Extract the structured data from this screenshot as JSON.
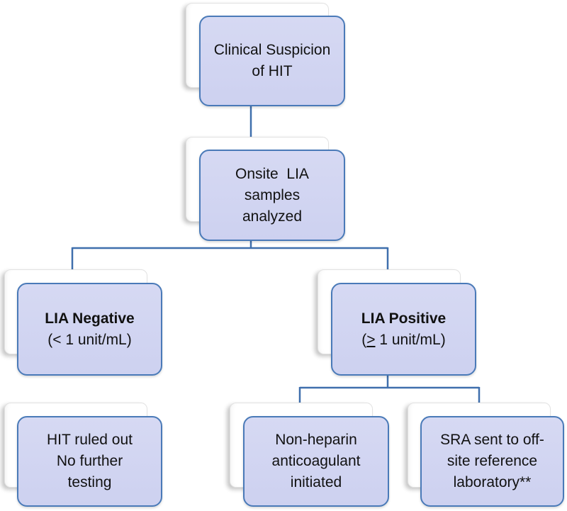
{
  "nodes": {
    "clinical_suspicion": {
      "line1": "Clinical Suspicion",
      "line2": "of HIT"
    },
    "onsite_lia": {
      "line1": "Onsite  LIA",
      "line2": "samples",
      "line3": "analyzed"
    },
    "lia_negative": {
      "title": "LIA Negative",
      "detail": "(< 1 unit/mL)"
    },
    "lia_positive": {
      "title": "LIA Positive",
      "detail_open": "(",
      "detail_symbol": ">",
      "detail_rest": " 1 unit/mL)"
    },
    "hit_ruled_out": {
      "line1": "HIT ruled out",
      "line2": "No further",
      "line3": "testing"
    },
    "non_heparin": {
      "line1": "Non-heparin",
      "line2": "anticoagulant",
      "line3": "initiated"
    },
    "sra_sent": {
      "line1": "SRA sent to off-",
      "line2": "site reference",
      "line3": "laboratory**"
    }
  },
  "colors": {
    "box_fill": "#cdd1f0",
    "box_border": "#4a7ab8",
    "connector": "#3f6fad"
  }
}
